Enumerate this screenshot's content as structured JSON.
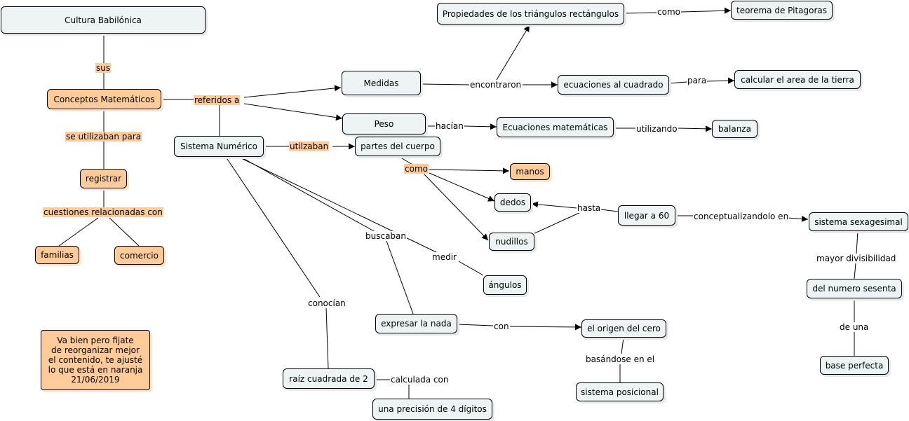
{
  "nodes": {
    "cultura": "Cultura Babilónica",
    "conceptos": "Conceptos Matemáticos",
    "registrar": "registrar",
    "familias": "familias",
    "comercio": "comercio",
    "nota": "Va bien pero fijate\nde reorganizar mejor\nel contenido, te ajusté\nlo que está en naranja\n21/06/2019",
    "sistema_numerico": "Sistema Numérico",
    "medidas": "Medidas",
    "peso": "Peso",
    "propiedades": "Propiedades de los triángulos rectángulos",
    "pitagoras": "teorema de Pitagoras",
    "ecuaciones_cuadrado": "ecuaciones al cuadrado",
    "area_tierra": "calcular el area de la tierra",
    "ecuaciones_mat": "Ecuaciones matemáticas",
    "balanza": "balanza",
    "partes_cuerpo": "partes del cuerpo",
    "manos": "manos",
    "dedos": "dedos",
    "nudillos": "nudillos",
    "llegar60": "llegar a 60",
    "sexagesimal": "sistema sexagesimal",
    "numero_sesenta": "del numero sesenta",
    "base_perfecta": "base perfecta",
    "angulos": "ángulos",
    "expresar_nada": "expresar la nada",
    "origen_cero": "el origen del cero",
    "sistema_posicional": "sistema posicional",
    "raiz": "raíz cuadrada de 2",
    "precision": "una precisión de 4 dígitos"
  },
  "labels": {
    "sus": "sus",
    "se_utilizaban": "se utilizaban para",
    "cuestiones": "cuestiones relacionadas con",
    "referidos": "referidos a",
    "como_pit": "como",
    "encontraron": "encontraron",
    "para": "para",
    "hacian": "hacían",
    "utilizando": "utilizando",
    "utilzaban": "utilzaban",
    "como_cuerpo": "como",
    "hasta": "hasta",
    "conceptualizandolo": "conceptualizandolo en",
    "mayor_div": "mayor divisibilidad",
    "de_una": "de una",
    "buscaban": "buscaban",
    "medir": "medir",
    "conocian": "conocían",
    "con": "con",
    "basandose": "basándose en el",
    "calculada": "calculada con"
  },
  "colors": {
    "node_fill": "#eef3f5",
    "highlight_fill": "#ffcc99",
    "line": "#000000"
  }
}
